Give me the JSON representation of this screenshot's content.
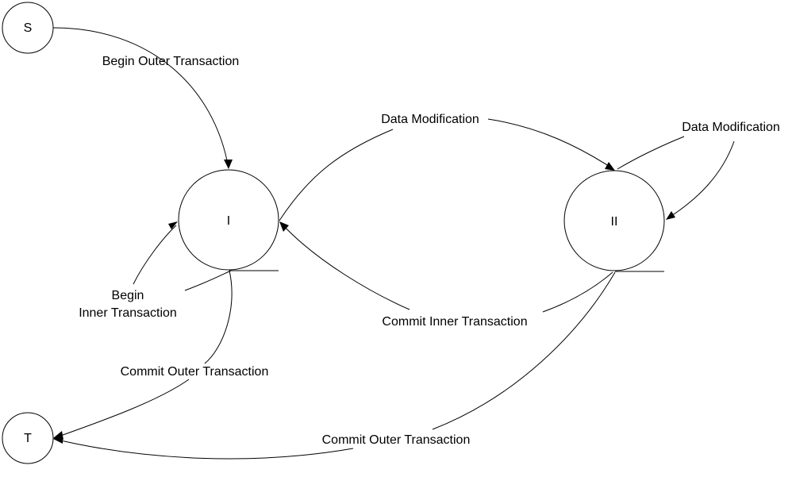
{
  "diagram": {
    "nodes": {
      "start": {
        "label": "S"
      },
      "terminal": {
        "label": "T"
      },
      "state_one": {
        "label": "I"
      },
      "state_two": {
        "label": "II"
      }
    },
    "edges": {
      "begin_outer": {
        "label": "Begin Outer Transaction",
        "from": "S",
        "to": "I"
      },
      "begin_inner": {
        "label_line1": "Begin",
        "label_line2": "Inner Transaction",
        "from": "I",
        "to": "I"
      },
      "commit_outer_from_one": {
        "label": "Commit Outer Transaction",
        "from": "I",
        "to": "T"
      },
      "data_mod_one_to_two": {
        "label": "Data Modification",
        "from": "I",
        "to": "II"
      },
      "data_mod_two_loop": {
        "label": "Data Modification",
        "from": "II",
        "to": "II"
      },
      "commit_inner": {
        "label": "Commit Inner Transaction",
        "from": "II",
        "to": "I"
      },
      "commit_outer_from_two": {
        "label": "Commit Outer Transaction",
        "from": "II",
        "to": "T"
      }
    },
    "colors": {
      "stroke": "#000000",
      "background": "#ffffff"
    }
  }
}
